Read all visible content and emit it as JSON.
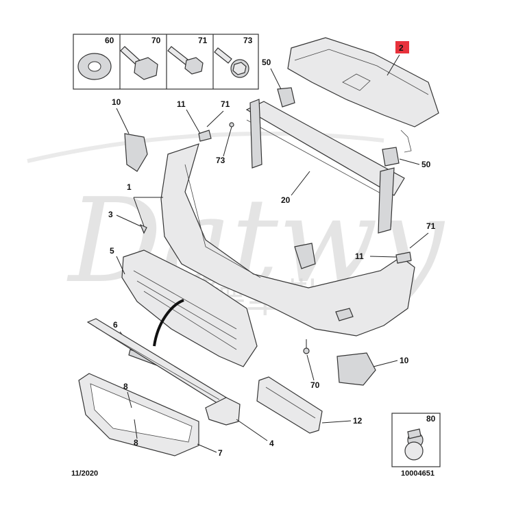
{
  "callouts": {
    "c60": "60",
    "c70_box": "70",
    "c71_box": "71",
    "c73_box": "73",
    "c2": "2",
    "c50_top": "50",
    "c50_right": "50",
    "c10_top": "10",
    "c10_right": "10",
    "c11_top": "11",
    "c11_right": "11",
    "c71_top": "71",
    "c71_right": "71",
    "c73_mid": "73",
    "c20": "20",
    "c1": "1",
    "c3": "3",
    "c5": "5",
    "c6": "6",
    "c8_a": "8",
    "c8_b": "8",
    "c70_bottom": "70",
    "c12": "12",
    "c4": "4",
    "c7": "7",
    "c80": "80"
  },
  "footer": {
    "date": "11/2020",
    "reference": "10004651"
  },
  "watermark": {
    "latin": "Datwy",
    "cjk": "德華勒威"
  },
  "colors": {
    "highlight_box": "#e8323c",
    "part_fill": "#e9e9ea",
    "line": "#222222"
  }
}
